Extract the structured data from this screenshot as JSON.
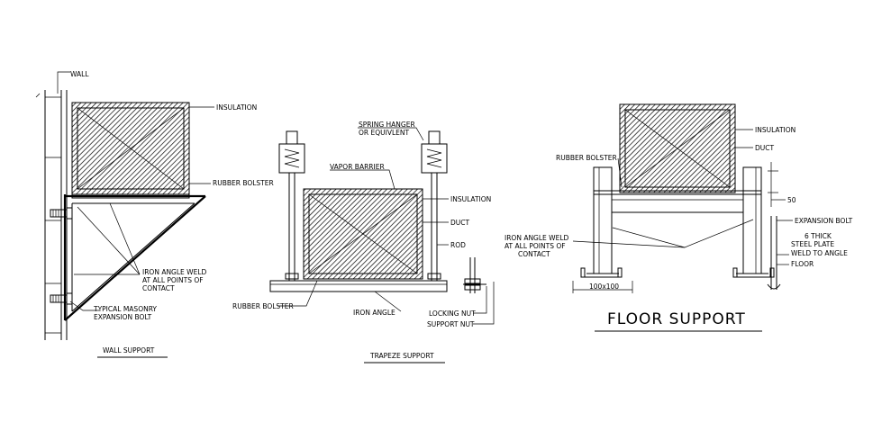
{
  "wall_support": {
    "title": "WALL SUPPORT",
    "labels": {
      "wall": "WALL",
      "insulation": "INSULATION",
      "rubber_bolster": "RUBBER BOLSTER",
      "iron_angle_weld_1": "IRON ANGLE WELD",
      "iron_angle_weld_2": "AT ALL POINTS OF",
      "iron_angle_weld_3": "CONTACT",
      "masonry_bolt_1": "TYPICAL MASONRY",
      "masonry_bolt_2": "EXPANSION BOLT"
    }
  },
  "trapeze_support": {
    "title": "TRAPEZE SUPPORT",
    "labels": {
      "spring_hanger_1": "SPRING HANGER",
      "spring_hanger_2": "OR EQUIVLENT",
      "vapor_barrier": "VAPOR BARRIER",
      "insulation": "INSULATION",
      "duct": "DUCT",
      "rod": "ROD",
      "rubber_bolster": "RUBBER BOLSTER",
      "iron_angle": "IRON ANGLE",
      "locking_nut": "LOCKING NUT",
      "support_nut": "SUPPORT NUT"
    }
  },
  "floor_support": {
    "title": "FLOOR SUPPORT",
    "labels": {
      "insulation": "INSULATION",
      "duct": "DUCT",
      "rubber_bolster": "RUBBER BOLSTER",
      "dim_50": "50",
      "expansion_bolt": "EXPANSION BOLT",
      "steel_plate_1": "6 THICK",
      "steel_plate_2": "STEEL PLATE",
      "steel_plate_3": "WELD TO ANGLE",
      "floor": "FLOOR",
      "iron_angle_weld_1": "IRON ANGLE WELD",
      "iron_angle_weld_2": "AT ALL POINTS OF",
      "iron_angle_weld_3": "CONTACT",
      "dim_100x100": "100x100"
    }
  }
}
